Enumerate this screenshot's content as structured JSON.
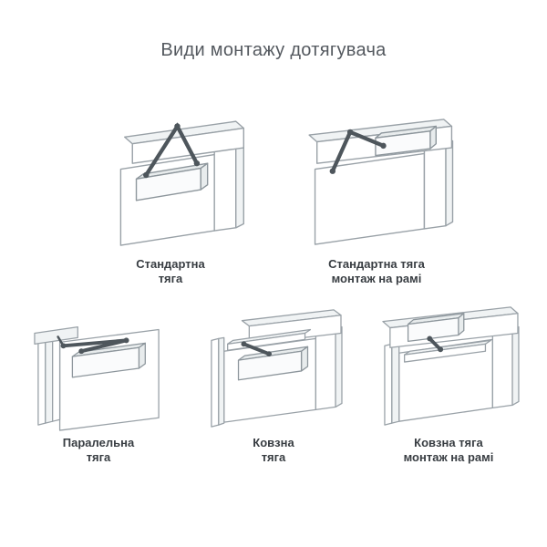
{
  "page": {
    "title": "Види монтажу дотягувача"
  },
  "diagrams": [
    {
      "id": "standard-arm",
      "caption_line1": "Стандартна",
      "caption_line2": "тяга"
    },
    {
      "id": "standard-arm-frame-mount",
      "caption_line1": "Стандартна тяга",
      "caption_line2": "монтаж на рамі"
    },
    {
      "id": "parallel-arm",
      "caption_line1": "Паралельна",
      "caption_line2": "тяга"
    },
    {
      "id": "slide-arm",
      "caption_line1": "Ковзна",
      "caption_line2": "тяга"
    },
    {
      "id": "slide-arm-frame-mount",
      "caption_line1": "Ковзна тяга",
      "caption_line2": "монтаж на рамі"
    }
  ]
}
